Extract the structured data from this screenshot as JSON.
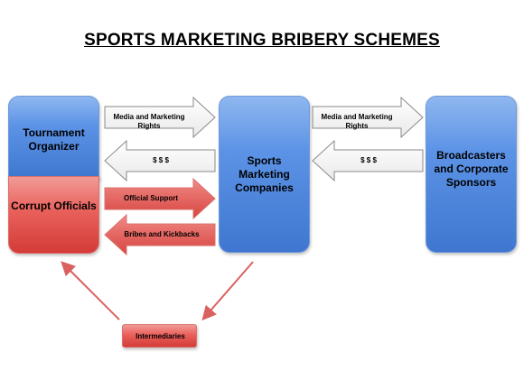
{
  "title": "SPORTS MARKETING BRIBERY SCHEMES",
  "nodes": {
    "tournament_organizer": "Tournament Organizer",
    "corrupt_officials": "Corrupt Officials",
    "sports_marketing": "Sports Marketing Companies",
    "broadcasters": "Broadcasters and Corporate Sponsors",
    "intermediaries": "Intermediaries"
  },
  "arrows": {
    "media_rights_left": "Media and Marketing Rights",
    "money_left": "$ $ $",
    "official_support": "Official Support",
    "bribes": "Bribes and Kickbacks",
    "media_rights_right": "Media and Marketing Rights",
    "money_right": "$ $ $"
  },
  "colors": {
    "blue_box": "#4f86dc",
    "red_box": "#e0504b",
    "arrow_outline": "#8a8a8a",
    "red_arrow": "#e05a55"
  }
}
